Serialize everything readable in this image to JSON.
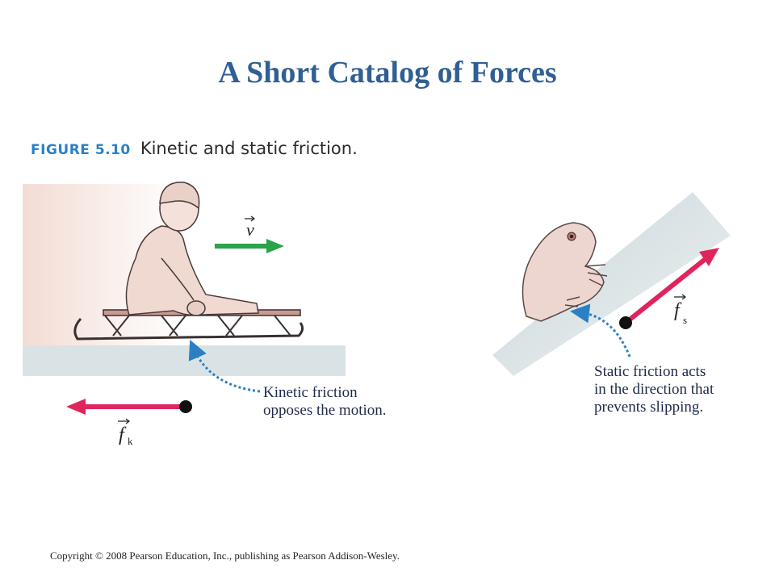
{
  "slide": {
    "title": "A Short Catalog of Forces"
  },
  "figure": {
    "number": "FIGURE 5.10",
    "title": "Kinetic and static friction."
  },
  "left_panel": {
    "velocity_label": "v",
    "friction_label": "f",
    "friction_subscript": "k",
    "note_line1": "Kinetic friction",
    "note_line2": "opposes the motion."
  },
  "right_panel": {
    "friction_label": "f",
    "friction_subscript": "s",
    "note_line1": "Static friction acts",
    "note_line2": "in the direction that",
    "note_line3": "prevents slipping."
  },
  "footer": {
    "copyright": "Copyright © 2008 Pearson Education, Inc., publishing as Pearson Addison-Wesley."
  },
  "colors": {
    "title": "#2f5f94",
    "figure_number": "#2b80c4",
    "velocity_arrow": "#2aa34a",
    "friction_arrow": "#e0245e",
    "dotted_arrow": "#2b80c4",
    "surface": "#d9e3e6"
  },
  "icons": [
    "child-on-sled",
    "frog",
    "velocity-arrow",
    "kinetic-friction-arrow",
    "static-friction-arrow",
    "dotted-pointer-arrow"
  ]
}
